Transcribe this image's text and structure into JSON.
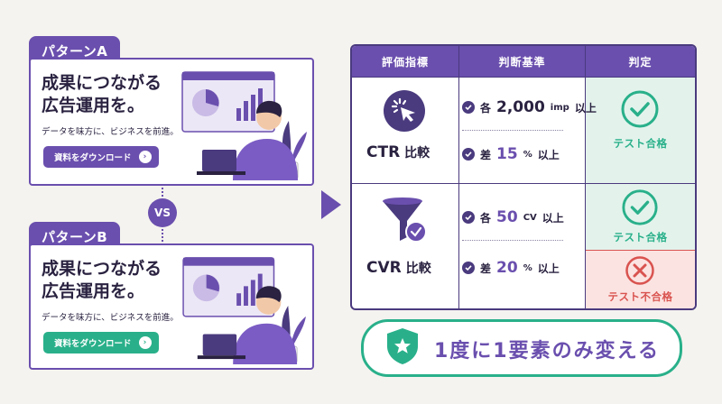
{
  "variant_a": {
    "tab": "パターンA",
    "headline_1": "成果につながる",
    "headline_2": "広告運用を。",
    "sub": "データを味方に、ビジネスを前進。",
    "cta": "資料をダウンロード",
    "cta_color": "#6a4fae"
  },
  "variant_b": {
    "tab": "パターンB",
    "headline_1": "成果につながる",
    "headline_2": "広告運用を。",
    "sub": "データを味方に、ビジネスを前進。",
    "cta": "資料をダウンロード",
    "cta_color": "#29b08a"
  },
  "vs_label": "VS",
  "table": {
    "headers": [
      "評価指標",
      "判断基準",
      "判定"
    ],
    "rows": [
      {
        "metric": "CTR",
        "metric_suffix": "比較",
        "icon": "cursor-click-icon",
        "criteria": [
          {
            "pre": "各",
            "num": "2,000",
            "unit": "imp",
            "post": "以上"
          },
          {
            "pre": "差",
            "num": "15",
            "unit": "%",
            "post": "以上"
          }
        ],
        "results": [
          {
            "text": "テスト合格",
            "status": "pass"
          }
        ]
      },
      {
        "metric": "CVR",
        "metric_suffix": "比較",
        "icon": "funnel-check-icon",
        "criteria": [
          {
            "pre": "各",
            "num": "50",
            "unit": "CV",
            "post": "以上"
          },
          {
            "pre": "差",
            "num": "20",
            "unit": "%",
            "post": "以上"
          }
        ],
        "results": [
          {
            "text": "テスト合格",
            "status": "pass"
          },
          {
            "text": "テスト不合格",
            "status": "fail"
          }
        ]
      }
    ]
  },
  "footer": {
    "text": "1度に1要素のみ変える",
    "icon": "shield-star-icon"
  },
  "colors": {
    "purple": "#6a4fae",
    "dark_purple": "#4a3a7e",
    "green": "#29b08a",
    "pass_bg": "#e3f3ec",
    "fail_bg": "#fbe3e1",
    "fail_red": "#d9534f"
  }
}
